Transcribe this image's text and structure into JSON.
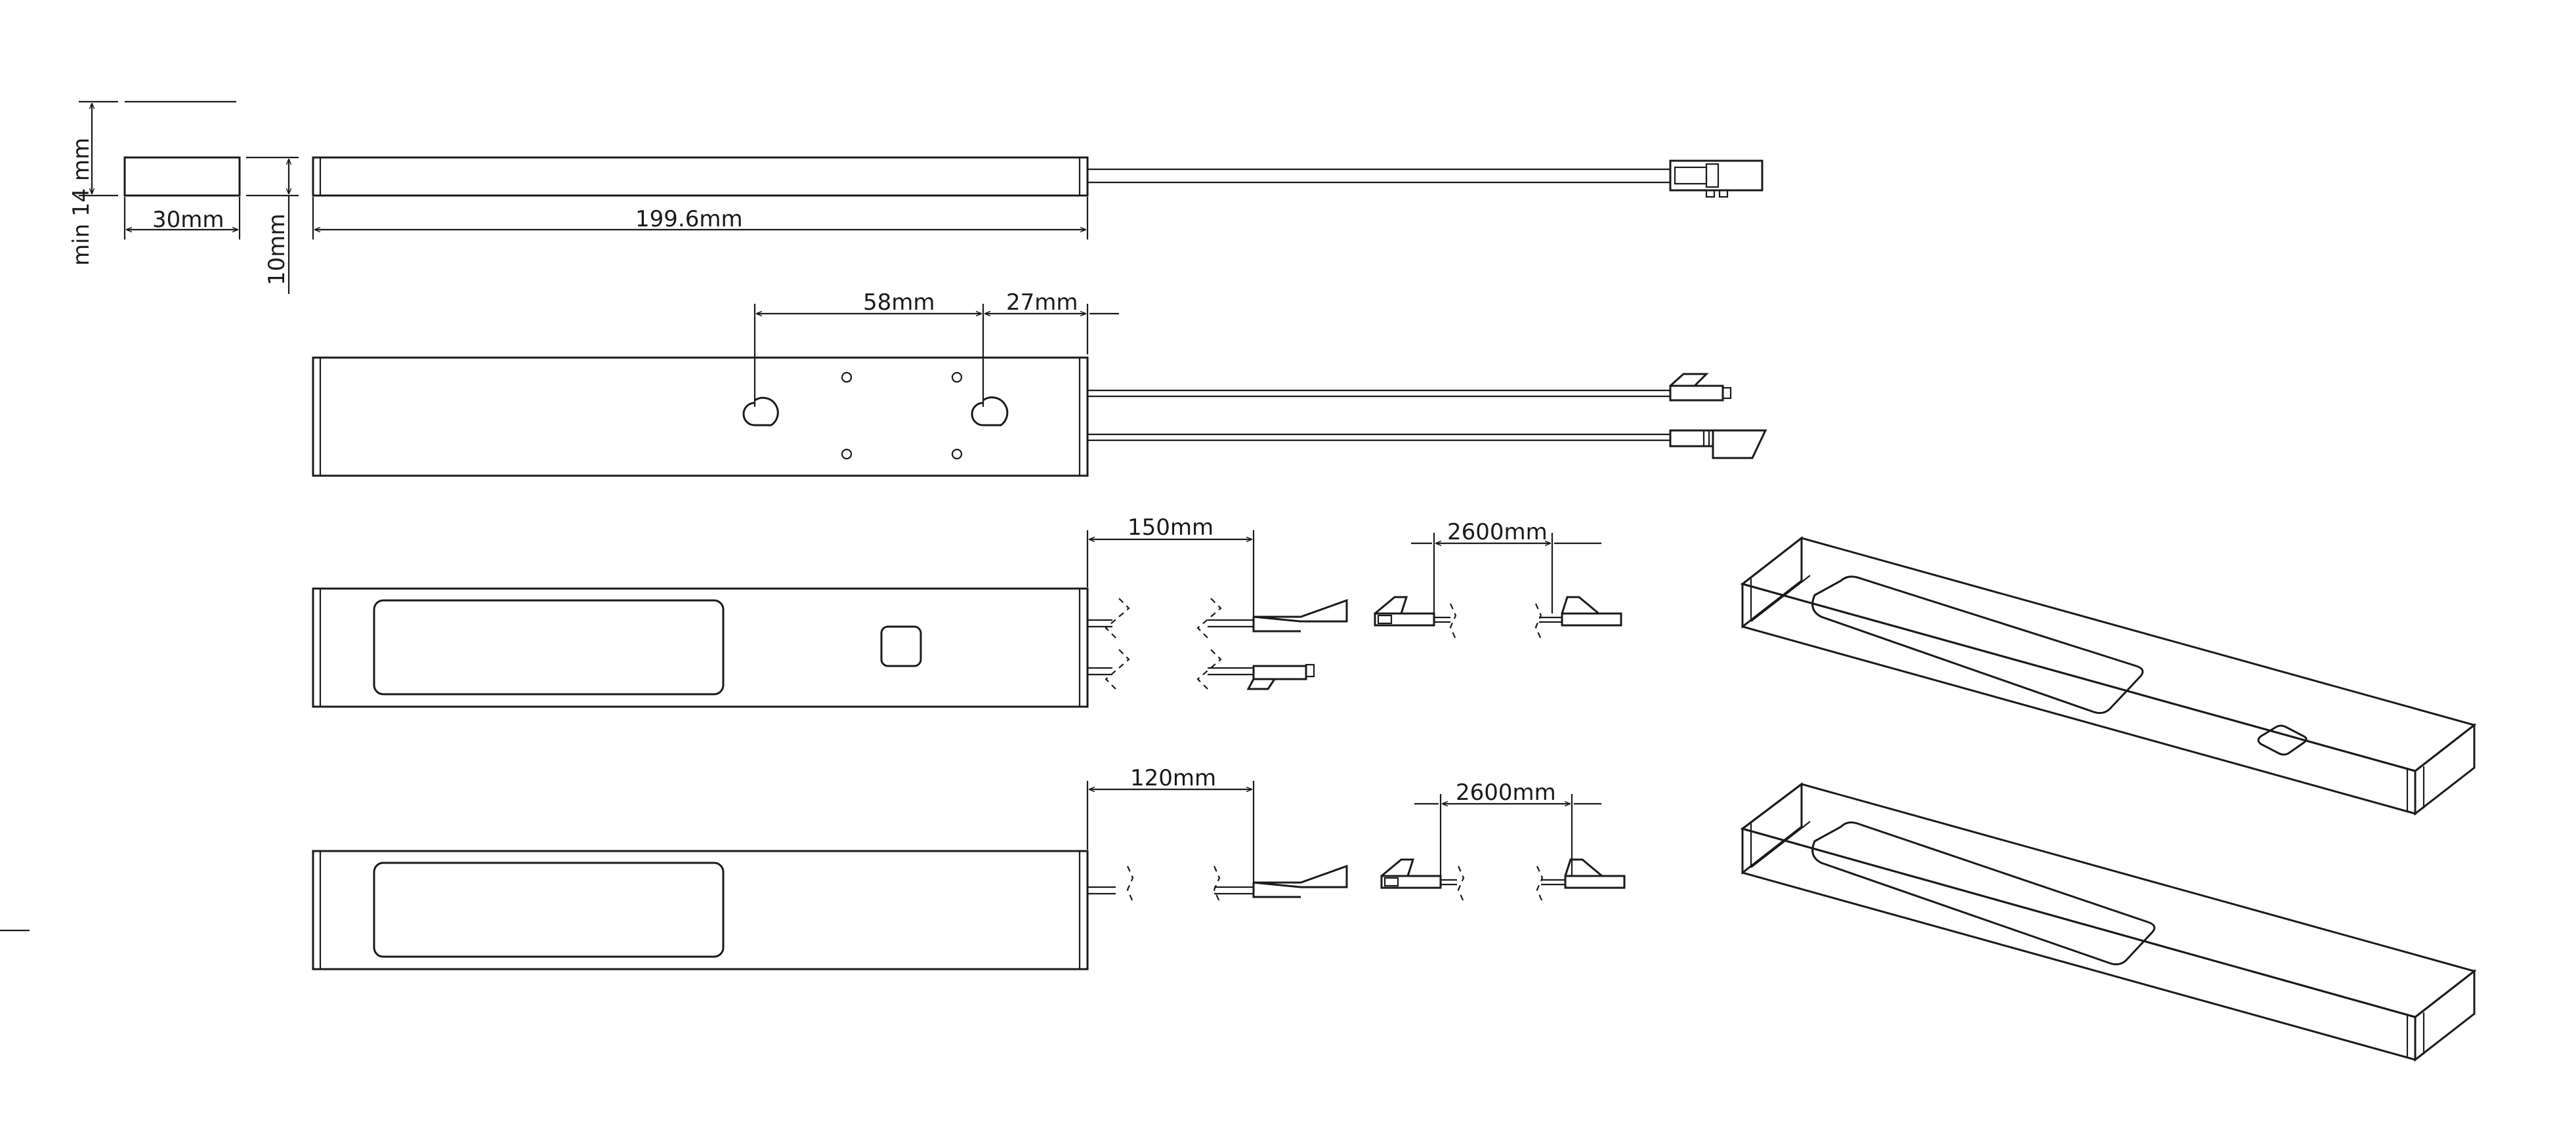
{
  "dimensions": {
    "min_height": "min 14 mm",
    "width": "30mm",
    "height": "10mm",
    "length": "199.6mm",
    "hole_spacing": "58mm",
    "hole_offset": "27mm",
    "cable_150": "150mm",
    "cable_120": "120mm",
    "extension_top": "2600mm",
    "extension_bottom": "2600mm"
  }
}
